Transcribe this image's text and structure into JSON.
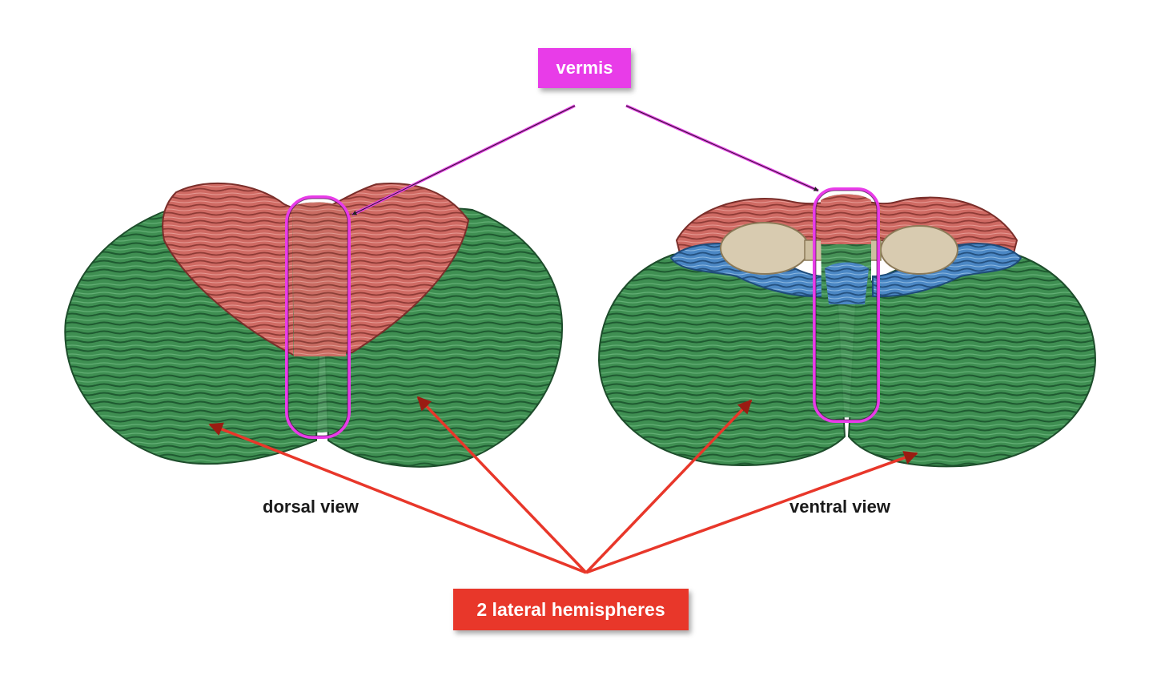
{
  "labels": {
    "vermis": "vermis",
    "hemispheres": "2 lateral hemispheres",
    "dorsal_view": "dorsal view",
    "ventral_view": "ventral view"
  },
  "colors": {
    "vermis_accent": "#e83ce8",
    "hemispheres_accent": "#e8372a",
    "green_lobe": "#3f8f52",
    "red_lobe": "#cf6a63",
    "blue_lobe": "#4b87c4",
    "tan_stem": "#d8cbb0"
  }
}
